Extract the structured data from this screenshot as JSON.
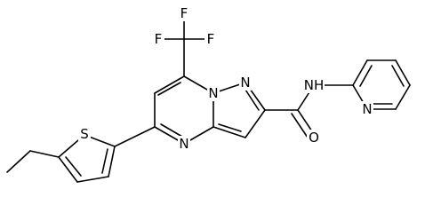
{
  "structure": {
    "atoms": {
      "F_top": "F",
      "F_left": "F",
      "F_right": "F",
      "N_bridge": "N",
      "N_pyrazole": "N",
      "N_pyrimidine": "N",
      "S_thiophene": "S",
      "NH_amide": "NH",
      "O_carbonyl": "O",
      "N_pyridine": "N"
    }
  }
}
